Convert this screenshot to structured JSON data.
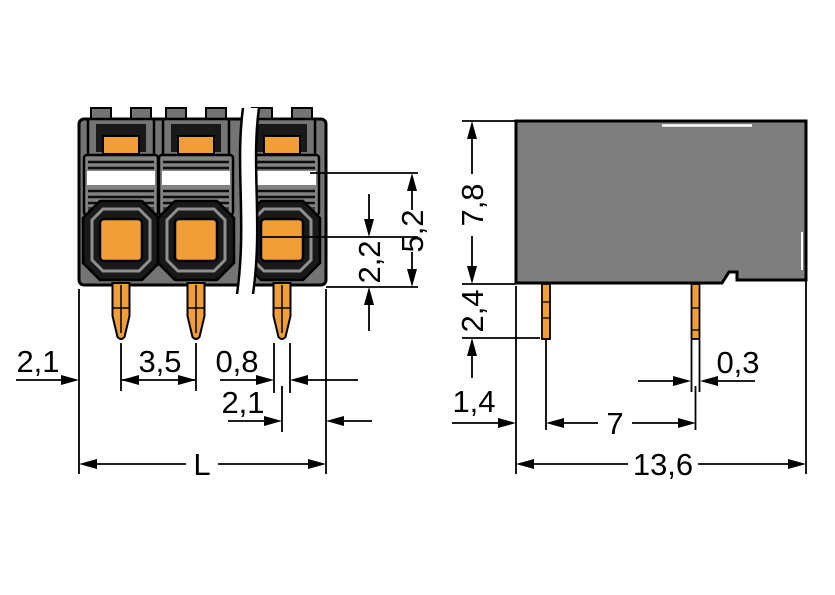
{
  "drawing": {
    "dims": {
      "front": {
        "left_offset": "2,1",
        "pin_pitch": "3,5",
        "pin_width": "0,8",
        "right_offset": "2,1",
        "total_width": "L",
        "clamp_height": "2,2",
        "opening_height": "5,2"
      },
      "side": {
        "body_height": "7,8",
        "pin_length": "2,4",
        "left_margin": "1,4",
        "pin_spacing": "7",
        "pin_thickness": "0,3",
        "total_depth": "13,6"
      }
    },
    "colors": {
      "background": "#ffffff",
      "line_black": "#000000",
      "front_body_gray": "#747474",
      "side_body_gray": "#7e7e7e",
      "panel_gray": "#828282",
      "recess_dark": "#191919",
      "highlight_gray": "#8f8f8f",
      "conductor_orange": "#F09E38",
      "stripe_white": "#ffffff"
    }
  }
}
